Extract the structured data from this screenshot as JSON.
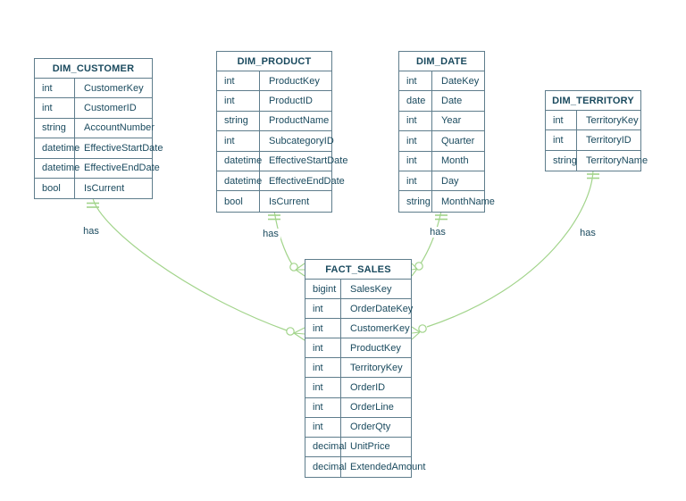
{
  "diagram": {
    "type": "entity-relationship-diagram",
    "entities": {
      "dim_customer": {
        "name": "DIM_CUSTOMER",
        "fields": [
          {
            "type": "int",
            "name": "CustomerKey"
          },
          {
            "type": "int",
            "name": "CustomerID"
          },
          {
            "type": "string",
            "name": "AccountNumber"
          },
          {
            "type": "datetime",
            "name": "EffectiveStartDate"
          },
          {
            "type": "datetime",
            "name": "EffectiveEndDate"
          },
          {
            "type": "bool",
            "name": "IsCurrent"
          }
        ]
      },
      "dim_product": {
        "name": "DIM_PRODUCT",
        "fields": [
          {
            "type": "int",
            "name": "ProductKey"
          },
          {
            "type": "int",
            "name": "ProductID"
          },
          {
            "type": "string",
            "name": "ProductName"
          },
          {
            "type": "int",
            "name": "SubcategoryID"
          },
          {
            "type": "datetime",
            "name": "EffectiveStartDate"
          },
          {
            "type": "datetime",
            "name": "EffectiveEndDate"
          },
          {
            "type": "bool",
            "name": "IsCurrent"
          }
        ]
      },
      "dim_date": {
        "name": "DIM_DATE",
        "fields": [
          {
            "type": "int",
            "name": "DateKey"
          },
          {
            "type": "date",
            "name": "Date"
          },
          {
            "type": "int",
            "name": "Year"
          },
          {
            "type": "int",
            "name": "Quarter"
          },
          {
            "type": "int",
            "name": "Month"
          },
          {
            "type": "int",
            "name": "Day"
          },
          {
            "type": "string",
            "name": "MonthName"
          }
        ]
      },
      "dim_territory": {
        "name": "DIM_TERRITORY",
        "fields": [
          {
            "type": "int",
            "name": "TerritoryKey"
          },
          {
            "type": "int",
            "name": "TerritoryID"
          },
          {
            "type": "string",
            "name": "TerritoryName"
          }
        ]
      },
      "fact_sales": {
        "name": "FACT_SALES",
        "fields": [
          {
            "type": "bigint",
            "name": "SalesKey"
          },
          {
            "type": "int",
            "name": "OrderDateKey"
          },
          {
            "type": "int",
            "name": "CustomerKey"
          },
          {
            "type": "int",
            "name": "ProductKey"
          },
          {
            "type": "int",
            "name": "TerritoryKey"
          },
          {
            "type": "int",
            "name": "OrderID"
          },
          {
            "type": "int",
            "name": "OrderLine"
          },
          {
            "type": "int",
            "name": "OrderQty"
          },
          {
            "type": "decimal",
            "name": "UnitPrice"
          },
          {
            "type": "decimal",
            "name": "ExtendedAmount"
          }
        ]
      }
    },
    "relationships": [
      {
        "from": "DIM_CUSTOMER",
        "to": "FACT_SALES",
        "label": "has",
        "cardinality": "one-to-zero-or-more"
      },
      {
        "from": "DIM_PRODUCT",
        "to": "FACT_SALES",
        "label": "has",
        "cardinality": "one-to-zero-or-more"
      },
      {
        "from": "DIM_DATE",
        "to": "FACT_SALES",
        "label": "has",
        "cardinality": "one-to-zero-or-more"
      },
      {
        "from": "DIM_TERRITORY",
        "to": "FACT_SALES",
        "label": "has",
        "cardinality": "one-to-zero-or-more"
      }
    ]
  },
  "colors": {
    "border": "#5f7d8c",
    "text": "#1a4a5e",
    "line": "#a2d48b",
    "background": "#ffffff",
    "entity_fill": "#ffffff"
  }
}
